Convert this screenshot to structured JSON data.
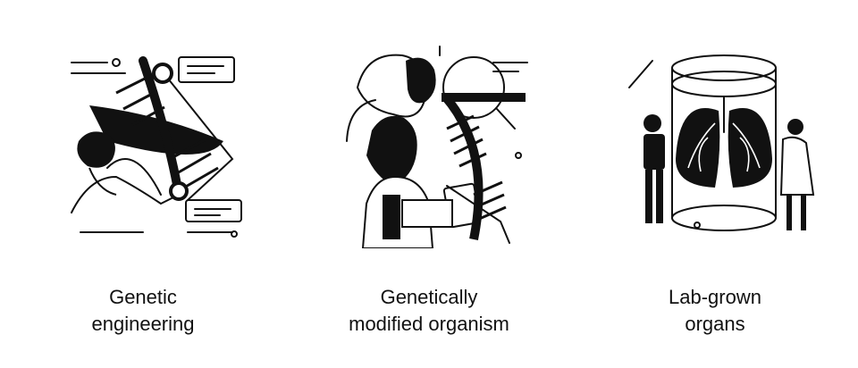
{
  "panels": [
    {
      "caption": [
        "Genetic",
        "engineering"
      ],
      "icon": "dna-engineering-icon"
    },
    {
      "caption": [
        "Genetically",
        "modified organism"
      ],
      "icon": "gmo-scientist-icon"
    },
    {
      "caption": [
        "Lab-grown",
        "organs"
      ],
      "icon": "lab-grown-lungs-icon"
    }
  ],
  "colors": {
    "ink": "#111111",
    "background": "#ffffff"
  }
}
